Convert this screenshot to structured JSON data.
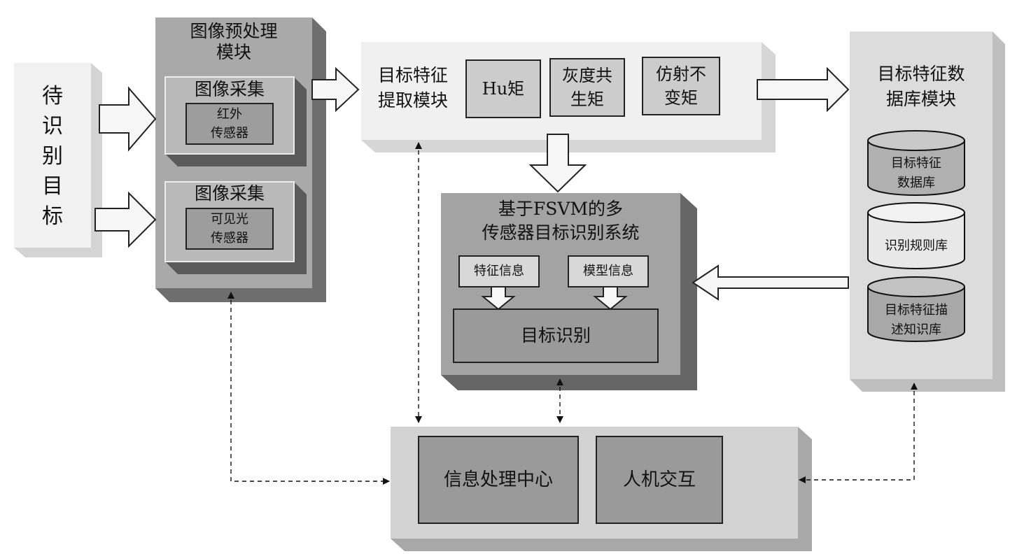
{
  "target": {
    "label": "待\n识\n别\n目\n标"
  },
  "preprocess": {
    "title": "图像预处理\n模块",
    "unit1": {
      "title": "图像采集",
      "sensor": "红外\n传感器"
    },
    "unit2": {
      "title": "图像采集",
      "sensor": "可见光\n传感器"
    }
  },
  "feature_extraction": {
    "title": "目标特征\n提取模块",
    "hu": "Hu矩",
    "glcm": "灰度共\n生矩",
    "affine": "仿射不\n变矩"
  },
  "database_module": {
    "title": "目标特征数\n据库模块",
    "db1": "目标特征\n数据库",
    "db2": "识别规则库",
    "db3": "目标特征描\n述知识库"
  },
  "fsvm": {
    "title": "基于FSVM的多\n传感器目标识别系统",
    "feature_info": "特征信息",
    "model_info": "模型信息",
    "recognition": "目标识别"
  },
  "info_center": {
    "processing": "信息处理中心",
    "hmi": "人机交互"
  }
}
